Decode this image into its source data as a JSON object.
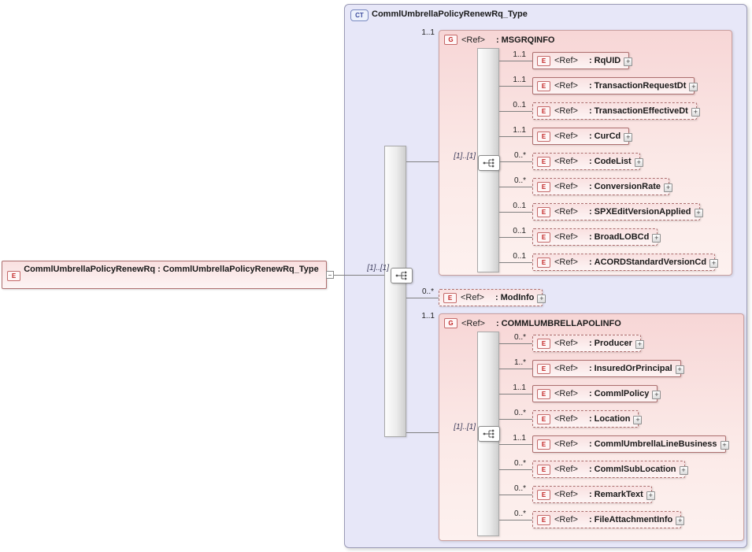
{
  "icons": {
    "element_badge": "E",
    "group_badge": "G",
    "ct_badge": "CT",
    "expand_glyph": "+"
  },
  "labels": {
    "ref": "<Ref>",
    "colon": ":"
  },
  "root_element": {
    "name": "CommlUmbrellaPolicyRenewRq",
    "separator": " : ",
    "type": "CommlUmbrellaPolicyRenewRq_Type"
  },
  "ct": {
    "badge": "CT",
    "title": "CommlUmbrellaPolicyRenewRq_Type",
    "main_occurs": "[1]..[1]",
    "mod_info": {
      "card": "0..*",
      "name": "ModInfo",
      "optional": true
    },
    "groups": [
      {
        "card": "1..1",
        "name": "MSGRQINFO",
        "occurs": "[1]..[1]",
        "children": [
          {
            "card": "1..1",
            "name": "RqUID",
            "optional": false
          },
          {
            "card": "1..1",
            "name": "TransactionRequestDt",
            "optional": false
          },
          {
            "card": "0..1",
            "name": "TransactionEffectiveDt",
            "optional": true
          },
          {
            "card": "1..1",
            "name": "CurCd",
            "optional": false
          },
          {
            "card": "0..*",
            "name": "CodeList",
            "optional": true
          },
          {
            "card": "0..*",
            "name": "ConversionRate",
            "optional": true
          },
          {
            "card": "0..1",
            "name": "SPXEditVersionApplied",
            "optional": true
          },
          {
            "card": "0..1",
            "name": "BroadLOBCd",
            "optional": true
          },
          {
            "card": "0..1",
            "name": "ACORDStandardVersionCd",
            "optional": true
          }
        ]
      },
      {
        "card": "1..1",
        "name": "COMMLUMBRELLAPOLINFO",
        "occurs": "[1]..[1]",
        "children": [
          {
            "card": "0..*",
            "name": "Producer",
            "optional": true
          },
          {
            "card": "1..*",
            "name": "InsuredOrPrincipal",
            "optional": false
          },
          {
            "card": "1..1",
            "name": "CommlPolicy",
            "optional": false
          },
          {
            "card": "0..*",
            "name": "Location",
            "optional": true
          },
          {
            "card": "1..1",
            "name": "CommlUmbrellaLineBusiness",
            "optional": false
          },
          {
            "card": "0..*",
            "name": "CommlSubLocation",
            "optional": true
          },
          {
            "card": "0..*",
            "name": "RemarkText",
            "optional": true
          },
          {
            "card": "0..*",
            "name": "FileAttachmentInfo",
            "optional": true
          }
        ]
      }
    ]
  }
}
